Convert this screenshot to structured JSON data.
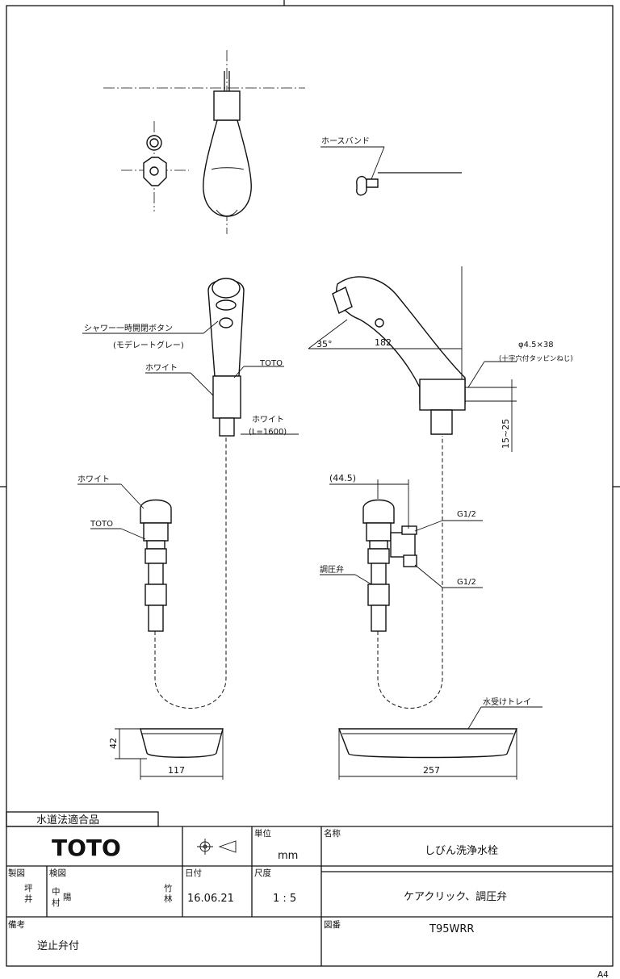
{
  "labels": {
    "hose_band": "ホースバンド",
    "shower_button": "シャワー一時開閉ボタン",
    "shower_button_color": "(モデレートグレー)",
    "white_1": "ホワイト",
    "toto_1": "TOTO",
    "white_hose": "ホワイト",
    "hose_length": "(L=1600)",
    "screw": "φ4.5×38",
    "screw_note": "(十字穴付タッピンねじ)",
    "white_2": "ホワイト",
    "toto_2": "TOTO",
    "pressure_valve": "調圧弁",
    "thread_1": "G1/2",
    "thread_2": "G1/2",
    "water_tray": "水受けトレイ"
  },
  "dimensions": {
    "angle": "35°",
    "length_182": "182",
    "range_15_25": "15~25",
    "offset_44_5": "(44.5)",
    "tray_height": "42",
    "tray_width_small": "117",
    "tray_width_large": "257"
  },
  "title_block": {
    "compliance": "水道法適合品",
    "brand": "TOTO",
    "unit_label": "単位",
    "unit_value": "mm",
    "name_label": "名称",
    "product_name": "しびん洗浄水栓",
    "drawn_label": "製図",
    "drawn_by": [
      "坪",
      "井"
    ],
    "checked_label": "検図",
    "checked_by_1": [
      "中",
      "村"
    ],
    "checked_by_2": [
      "竹",
      "林"
    ],
    "stamp": "陽",
    "date_label": "日付",
    "date_value": "16.06.21",
    "scale_label": "尺度",
    "scale_value": "1 : 5",
    "feature": "ケアクリック、調圧弁",
    "remarks_label": "備考",
    "remarks_value": "逆止弁付",
    "drawing_no_label": "図番",
    "drawing_no": "T95WRR",
    "paper_size": "A4"
  }
}
